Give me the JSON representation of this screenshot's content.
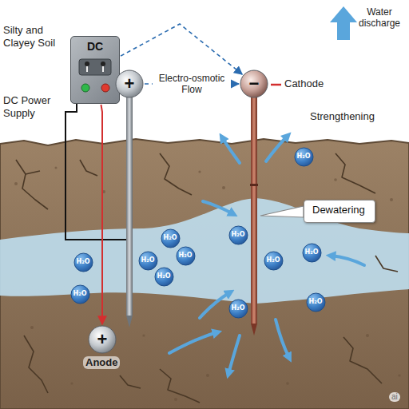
{
  "diagram": {
    "nodes": [
      {
        "text": [
          "DC"
        ]
      },
      {
        "text": [
          "+"
        ]
      },
      {
        "text": [
          "−"
        ]
      },
      {
        "text": [
          "Dewatering"
        ]
      },
      {
        "text": [
          "+"
        ]
      },
      {
        "text": [
          "H₂O"
        ]
      },
      {
        "text": [
          "H₂O"
        ]
      },
      {
        "text": [
          "H₂O"
        ]
      },
      {
        "text": [
          "H₂O"
        ]
      },
      {
        "text": [
          "H₂O"
        ]
      },
      {
        "text": [
          "H₂O"
        ]
      },
      {
        "text": [
          "H₂O"
        ]
      },
      {
        "text": [
          "H₂O"
        ]
      },
      {
        "text": [
          "H₂O"
        ]
      },
      {
        "text": [
          "H₂O"
        ]
      },
      {
        "text": [
          "H₂O"
        ]
      },
      {
        "text": [
          "H₂O"
        ]
      }
    ],
    "edges": [
      {
        "from": 0,
        "to": 2,
        "arrow": "to"
      },
      {
        "from": 1,
        "to": 2,
        "label": "Electro-osmotic Flow",
        "arrow": "to"
      },
      {
        "from": 0,
        "to": 4,
        "arrow": "to"
      }
    ],
    "labels": [
      "Silty and Clayey Soil",
      "DC Power Supply",
      "Water discharge",
      "Cathode",
      "Strengthening",
      "Anode",
      "ai"
    ]
  }
}
